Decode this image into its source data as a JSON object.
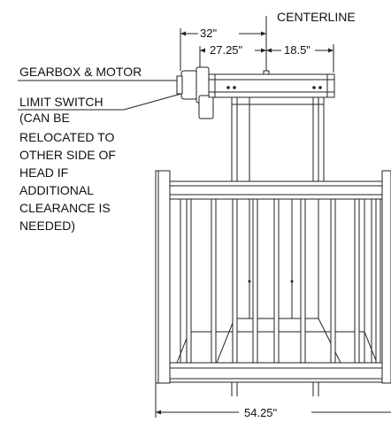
{
  "labels": {
    "centerline": "CENTERLINE",
    "gearbox_motor": "GEARBOX & MOTOR",
    "limit_switch_lines": [
      "LIMIT SWITCH",
      "(CAN BE",
      "RELOCATED TO",
      "OTHER SIDE OF",
      "HEAD IF",
      "ADDITIONAL",
      "CLEARANCE IS",
      "NEEDED)"
    ]
  },
  "dimensions": {
    "overall_offset": "32\"",
    "left_offset": "27.25\"",
    "right_offset": "18.5\"",
    "cage_width": "54.25\""
  },
  "colors": {
    "line": "#222222",
    "background": "#ffffff"
  }
}
